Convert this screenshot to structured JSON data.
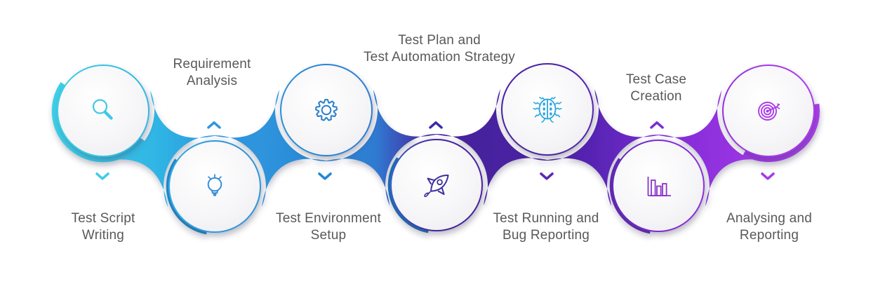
{
  "background_color": "#ffffff",
  "text_color": "#58595b",
  "band_gradient_stops": [
    [
      0.0,
      "#3fd0e6"
    ],
    [
      0.14,
      "#2fb4e4"
    ],
    [
      0.21,
      "#2f98de"
    ],
    [
      0.28,
      "#2d93dc"
    ],
    [
      0.36,
      "#2b84d4"
    ],
    [
      0.42,
      "#2f7cd2"
    ],
    [
      0.47,
      "#3f3fae"
    ],
    [
      0.5,
      "#43249c"
    ],
    [
      0.57,
      "#47219f"
    ],
    [
      0.65,
      "#4a21a4"
    ],
    [
      0.72,
      "#5c25b8"
    ],
    [
      0.79,
      "#7c2cd2"
    ],
    [
      0.86,
      "#9030de"
    ],
    [
      0.93,
      "#a338e8"
    ],
    [
      1.0,
      "#ad3ef0"
    ]
  ],
  "circle_fill_colors": [
    "#ffffff",
    "#f6f6f8",
    "#ececef"
  ],
  "steps": [
    {
      "label": "Test Script\nWriting",
      "icon": "magnifier-icon",
      "icon_color": "#3fc8e6",
      "chevron": "down",
      "chevron_color": "#3ecde8",
      "position": "top"
    },
    {
      "label": "Requirement\nAnalysis",
      "icon": "lightbulb-icon",
      "icon_color": "#3a8fd8",
      "chevron": "up",
      "chevron_color": "#2f97e0",
      "position": "bottom"
    },
    {
      "label": "Test Environment\nSetup",
      "icon": "gear-icon",
      "icon_color": "#2a7fca",
      "chevron": "down",
      "chevron_color": "#2188d8",
      "position": "top"
    },
    {
      "label": "Test Plan and\nTest Automation Strategy",
      "icon": "rocket-icon",
      "icon_color": "#3c2f9e",
      "chevron": "up",
      "chevron_color": "#3a2da8",
      "position": "bottom"
    },
    {
      "label": "Test Running and\nBug Reporting",
      "icon": "ladybug-icon",
      "icon_color": "#2ba6e2",
      "chevron": "down",
      "chevron_color": "#5a28b4",
      "position": "top"
    },
    {
      "label": "Test Case\nCreation",
      "icon": "bar-chart-icon",
      "icon_color": "#8b35c8",
      "chevron": "up",
      "chevron_color": "#7e2cd4",
      "position": "bottom"
    },
    {
      "label": "Analysing and\nReporting",
      "icon": "target-icon",
      "icon_color": "#ab3be8",
      "chevron": "down",
      "chevron_color": "#a43ce8",
      "position": "top"
    }
  ]
}
